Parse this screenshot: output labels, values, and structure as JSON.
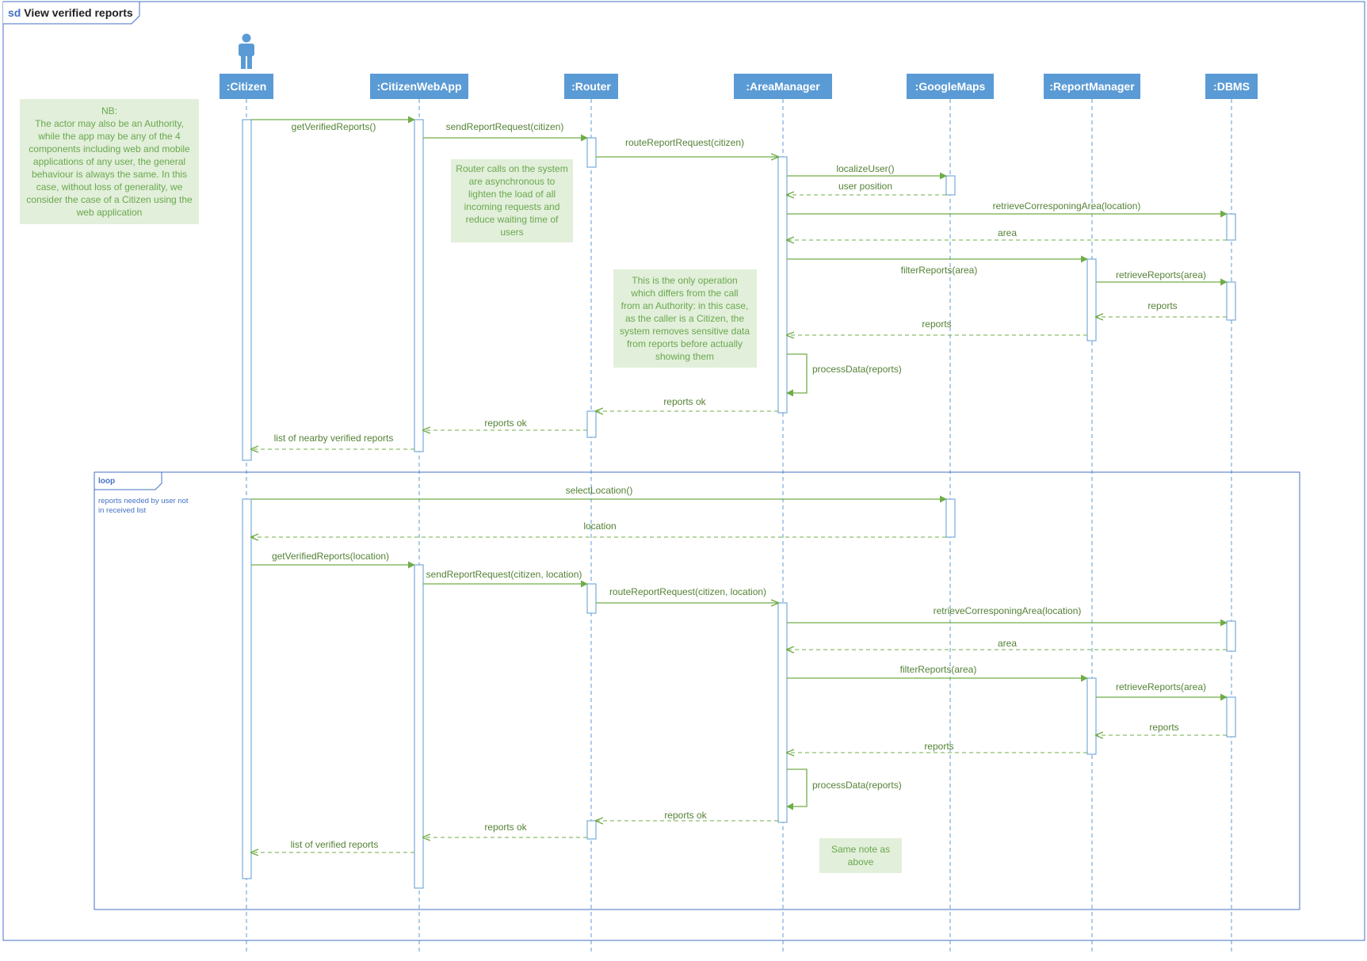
{
  "frame": {
    "keyword": "sd",
    "title": "View verified reports"
  },
  "colors": {
    "frame": "#4472c4",
    "lifeline_header": "#5b9bd5",
    "lifeline_text": "#ffffff",
    "dash": "#5b9bd5",
    "activation": "#5b9bd5",
    "message": "#70ad47",
    "message_text": "#548235",
    "note_bg": "#e2efda",
    "note_text": "#6aa84f",
    "loop_text": "#4472c4"
  },
  "actor_icon": "person-icon",
  "lifelines": [
    {
      "id": "citizen",
      "label": ":Citizen"
    },
    {
      "id": "webapp",
      "label": ":CitizenWebApp"
    },
    {
      "id": "router",
      "label": ":Router"
    },
    {
      "id": "area",
      "label": ":AreaManager"
    },
    {
      "id": "gmaps",
      "label": ":GoogleMaps"
    },
    {
      "id": "reportmgr",
      "label": ":ReportManager"
    },
    {
      "id": "dbms",
      "label": ":DBMS"
    }
  ],
  "messages": [
    {
      "from": "citizen",
      "to": "webapp",
      "label": "getVerifiedReports()",
      "kind": "sync"
    },
    {
      "from": "webapp",
      "to": "router",
      "label": "sendReportRequest(citizen)",
      "kind": "sync"
    },
    {
      "from": "router",
      "to": "area",
      "label": "routeReportRequest(citizen)",
      "kind": "async"
    },
    {
      "from": "area",
      "to": "gmaps",
      "label": "localizeUser()",
      "kind": "sync"
    },
    {
      "from": "gmaps",
      "to": "area",
      "label": "user position",
      "kind": "return"
    },
    {
      "from": "area",
      "to": "dbms",
      "label": "retrieveCorresponingArea(location)",
      "kind": "sync"
    },
    {
      "from": "dbms",
      "to": "area",
      "label": "area",
      "kind": "return"
    },
    {
      "from": "area",
      "to": "reportmgr",
      "label": "filterReports(area)",
      "kind": "sync"
    },
    {
      "from": "reportmgr",
      "to": "dbms",
      "label": "retrieveReports(area)",
      "kind": "sync"
    },
    {
      "from": "dbms",
      "to": "reportmgr",
      "label": "reports",
      "kind": "return"
    },
    {
      "from": "reportmgr",
      "to": "area",
      "label": "reports",
      "kind": "return"
    },
    {
      "from": "area",
      "to": "area",
      "label": "processData(reports)",
      "kind": "self"
    },
    {
      "from": "area",
      "to": "router",
      "label": "reports ok",
      "kind": "return"
    },
    {
      "from": "router",
      "to": "webapp",
      "label": "reports ok",
      "kind": "return"
    },
    {
      "from": "webapp",
      "to": "citizen",
      "label": "list of nearby verified reports",
      "kind": "return"
    },
    {
      "from": "citizen",
      "to": "gmaps",
      "label": "selectLocation()",
      "kind": "sync"
    },
    {
      "from": "gmaps",
      "to": "citizen",
      "label": "location",
      "kind": "return"
    },
    {
      "from": "citizen",
      "to": "webapp",
      "label": "getVerifiedReports(location)",
      "kind": "sync"
    },
    {
      "from": "webapp",
      "to": "router",
      "label": "sendReportRequest(citizen, location)",
      "kind": "sync"
    },
    {
      "from": "router",
      "to": "area",
      "label": "routeReportRequest(citizen, location)",
      "kind": "async"
    },
    {
      "from": "area",
      "to": "dbms",
      "label": "retrieveCorresponingArea(location)",
      "kind": "sync"
    },
    {
      "from": "dbms",
      "to": "area",
      "label": "area",
      "kind": "return"
    },
    {
      "from": "area",
      "to": "reportmgr",
      "label": "filterReports(area)",
      "kind": "sync"
    },
    {
      "from": "reportmgr",
      "to": "dbms",
      "label": "retrieveReports(area)",
      "kind": "sync"
    },
    {
      "from": "dbms",
      "to": "reportmgr",
      "label": "reports",
      "kind": "return"
    },
    {
      "from": "reportmgr",
      "to": "area",
      "label": "reports",
      "kind": "return"
    },
    {
      "from": "area",
      "to": "area",
      "label": "processData(reports)",
      "kind": "self"
    },
    {
      "from": "area",
      "to": "router",
      "label": "reports ok",
      "kind": "return"
    },
    {
      "from": "router",
      "to": "webapp",
      "label": "reports ok",
      "kind": "return"
    },
    {
      "from": "webapp",
      "to": "citizen",
      "label": "list of verified reports",
      "kind": "return"
    }
  ],
  "notes": [
    {
      "id": "note-actor",
      "lines": [
        "NB:",
        "The actor may also be an Authority,",
        "while the app may be any of the 4",
        "components including web and mobile",
        "applications of any user, the general",
        "behaviour is always the same. In this",
        "case, without loss of generality, we",
        "consider the case of a Citizen using the",
        "web application"
      ]
    },
    {
      "id": "note-router",
      "lines": [
        "Router calls on the system",
        "are asynchronous to",
        "lighten the load of all",
        "incoming requests and",
        "reduce waiting time of",
        "users"
      ]
    },
    {
      "id": "note-filter",
      "lines": [
        "This is the only operation",
        "which differs from the call",
        "from an Authority: in this case,",
        "as the caller is a Citizen, the",
        "system removes sensitive data",
        "from reports before actually",
        "showing them"
      ]
    },
    {
      "id": "note-same",
      "lines": [
        "Same note as",
        "above"
      ]
    }
  ],
  "loop": {
    "keyword": "loop",
    "guard": [
      "reports needed by user not",
      "in received list"
    ]
  }
}
